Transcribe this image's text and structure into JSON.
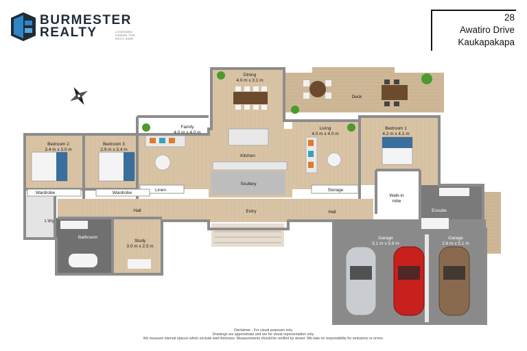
{
  "brand": {
    "name_line1": "BURMESTER",
    "name_line2": "REALTY",
    "licence_line1": "LICENSED",
    "licence_line2": "UNDER THE",
    "licence_line3": "REAA 2008",
    "colors": {
      "dark": "#1f2b36",
      "blue": "#2e86c9"
    }
  },
  "address": {
    "number": "28",
    "street": "Awatiro Drive",
    "suburb": "Kaukapakapa"
  },
  "rooms": {
    "dining": {
      "name": "Dining",
      "dims": "4.0 m x 3.1 m"
    },
    "deck": {
      "name": "Deck"
    },
    "family": {
      "name": "Family",
      "dims": "4.0 m x 4.0 m"
    },
    "kitchen": {
      "name": "Kitchen"
    },
    "scullery": {
      "name": "Scullery"
    },
    "living": {
      "name": "Living",
      "dims": "4.0 m x 4.0 m"
    },
    "storage": {
      "name": "Storage"
    },
    "bedroom1": {
      "name": "Bedroom 1",
      "dims": "4.2 m x 4.1 m"
    },
    "walkin": {
      "name_line1": "Walk-in",
      "name_line2": "robe"
    },
    "bedroom2": {
      "name": "Bedroom 2",
      "dims": "3.4 m x 3.0 m"
    },
    "bedroom3": {
      "name": "Bedroom 3",
      "dims": "2.9 m x 3.4 m"
    },
    "linen": {
      "name": "Linen"
    },
    "wardrobe2": {
      "name": "Wardrobe"
    },
    "wardrobe3": {
      "name": "Wardrobe"
    },
    "hall_left": {
      "name": "Hall"
    },
    "hall_right": {
      "name": "Hall"
    },
    "entry": {
      "name": "Entry"
    },
    "laundry": {
      "name": "L'dry"
    },
    "bathroom": {
      "name": "Bathroom"
    },
    "study": {
      "name": "Study",
      "dims": "3.0 m x 2.5 m"
    },
    "ensuite": {
      "name": "Ensuite"
    },
    "garage1": {
      "name": "Garage",
      "dims": "5.1 m x 5.9 m"
    },
    "garage2": {
      "name": "Garage",
      "dims": "2.6 m x 5.1 m"
    }
  },
  "icons": {
    "compass": "north-arrow-icon",
    "logo": "burmester-logo-icon"
  },
  "colors": {
    "floor": "#d9c3a5",
    "deck": "#cdb797",
    "tile": "#e4e4e4",
    "wall": "#8c8c8c",
    "garage": "#8a8a8a",
    "car_silver": "#c9ccd0",
    "car_red": "#c8201c",
    "car_bronze": "#8a6a4e"
  },
  "disclaimer": {
    "line1": "Disclaimer - For visual purposes only.",
    "line2": "Drawings are approximate and are for visual representation only.",
    "line3": "We measure internal spaces which exclude wall thickness. Measurements should be verified by viewer. We take no responsibility for omissions or errors."
  }
}
